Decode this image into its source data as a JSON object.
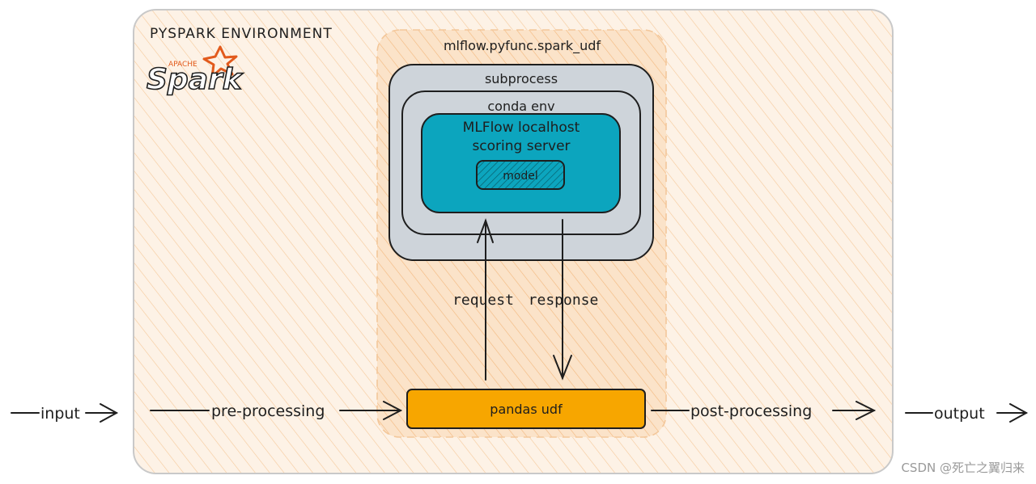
{
  "environment": {
    "title": "PYSPARK ENVIRONMENT"
  },
  "logo": {
    "brand": "Spark",
    "prefix": "APACHE"
  },
  "udf": {
    "title": "mlflow.pyfunc.spark_udf"
  },
  "subprocess": {
    "label": "subprocess"
  },
  "conda": {
    "label": "conda env"
  },
  "server": {
    "line1": "MLFlow localhost",
    "line2": "scoring server"
  },
  "model": {
    "label": "model"
  },
  "arrows": {
    "request": "request",
    "response": "response"
  },
  "pandas": {
    "label": "pandas udf"
  },
  "flow": {
    "input": "input",
    "pre": "pre-processing",
    "post": "post-processing",
    "output": "output"
  },
  "watermark": "CSDN @死亡之翼归来",
  "colors": {
    "env_fill": "#fdf2e6",
    "udf_fill": "#fbe3c9",
    "subprocess_fill": "#ced4da",
    "server_fill": "#0ca5be",
    "pandas_fill": "#f7a600",
    "logo_orange": "#e25a1c"
  }
}
